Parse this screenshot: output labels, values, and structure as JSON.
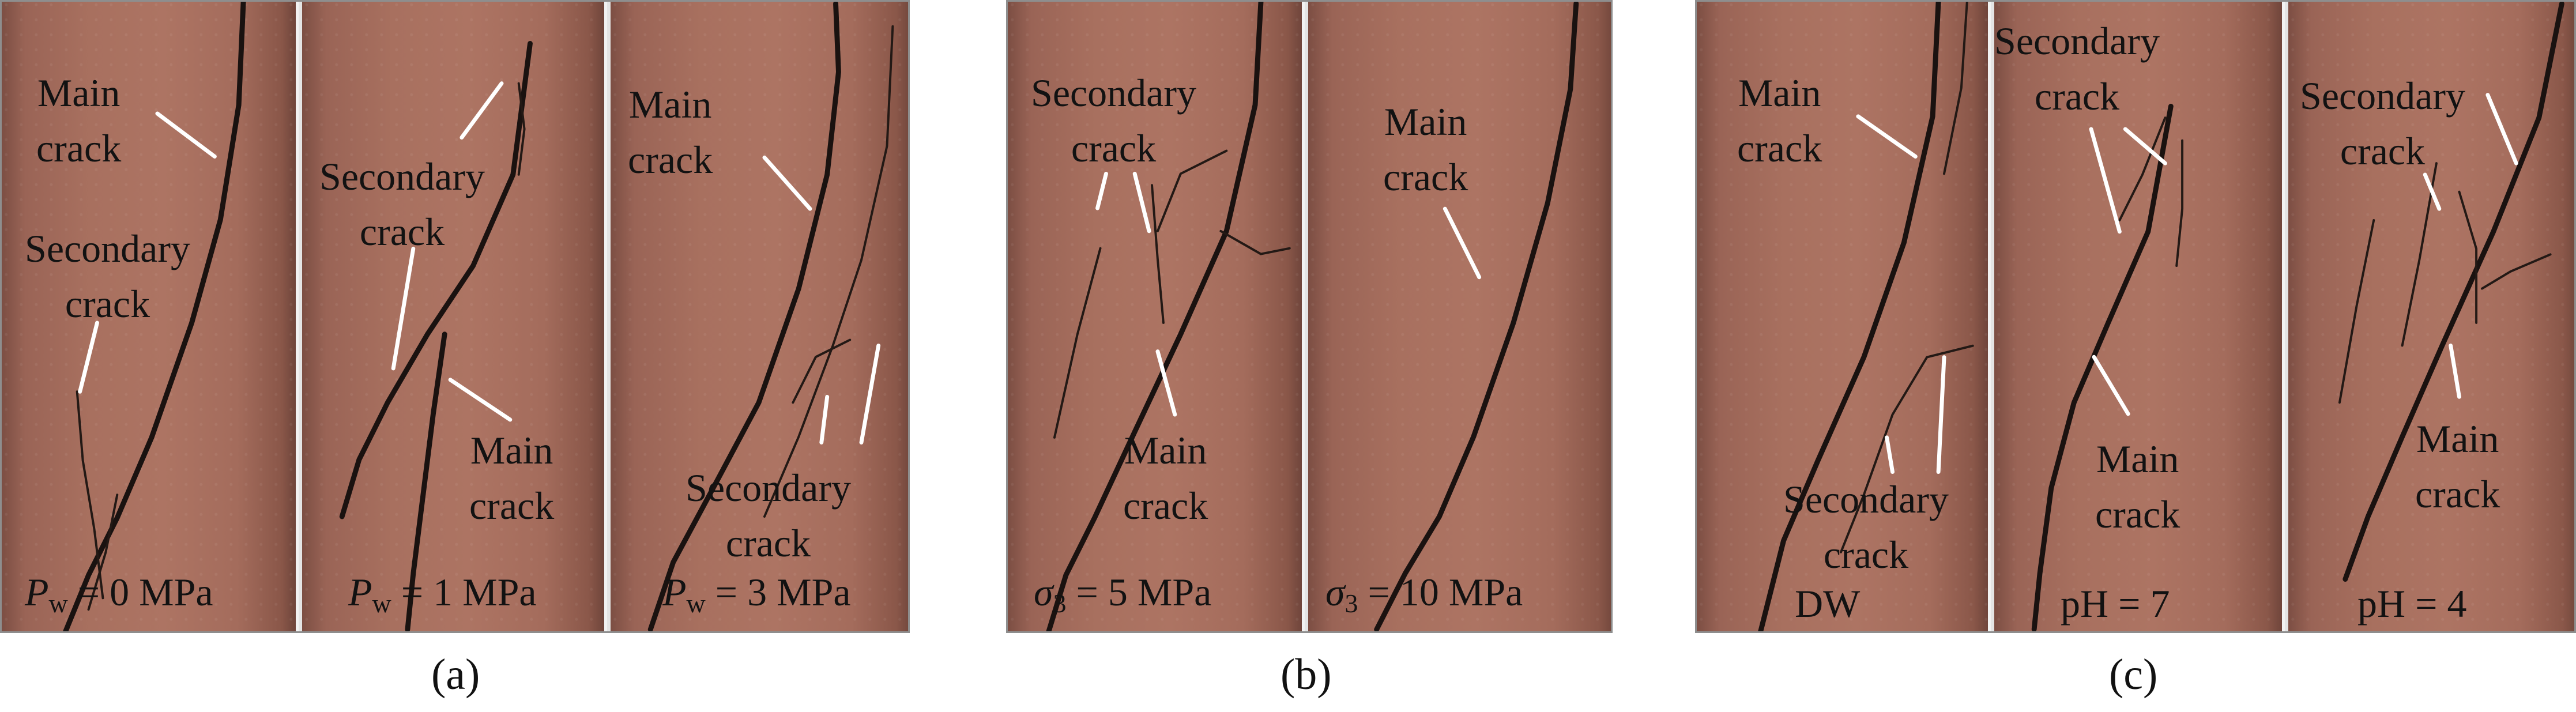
{
  "crack_labels": {
    "main": [
      "Main",
      "crack"
    ],
    "secondary": [
      "Secondary",
      "crack"
    ]
  },
  "panel_a": {
    "letter": "(a)",
    "conditions": [
      {
        "symbol": "P",
        "subscript": "w",
        "value": " = 0 MPa"
      },
      {
        "symbol": "P",
        "subscript": "w",
        "value": " = 1 MPa"
      },
      {
        "symbol": "P",
        "subscript": "w",
        "value": " = 3 MPa"
      }
    ]
  },
  "panel_b": {
    "letter": "(b)",
    "conditions": [
      {
        "symbol": "σ",
        "subscript": "3",
        "value": " = 5 MPa"
      },
      {
        "symbol": "σ",
        "subscript": "3",
        "value": " = 10 MPa"
      }
    ]
  },
  "panel_c": {
    "letter": "(c)",
    "conditions": [
      "DW",
      "pH = 7",
      "pH = 4"
    ]
  }
}
